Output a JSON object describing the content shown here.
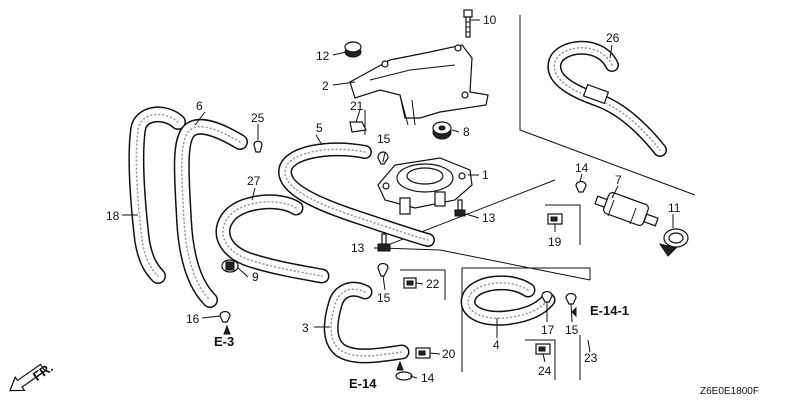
{
  "callouts": {
    "c1": "1",
    "c2": "2",
    "c3": "3",
    "c4": "4",
    "c5": "5",
    "c6": "6",
    "c7": "7",
    "c8": "8",
    "c9": "9",
    "c10": "10",
    "c11": "11",
    "c12": "12",
    "c13a": "13",
    "c13b": "13",
    "c14a": "14",
    "c14b": "14",
    "c15a": "15",
    "c15b": "15",
    "c15c": "15",
    "c16": "16",
    "c17": "17",
    "c18": "18",
    "c19": "19",
    "c20": "20",
    "c21": "21",
    "c22": "22",
    "c23": "23",
    "c24": "24",
    "c25": "25",
    "c26": "26",
    "c27": "27"
  },
  "references": {
    "e3": "E-3",
    "e14": "E-14",
    "e14_1": "E-14-1"
  },
  "front_indicator": "FR.",
  "diagram_code": "Z6E0E1800F"
}
